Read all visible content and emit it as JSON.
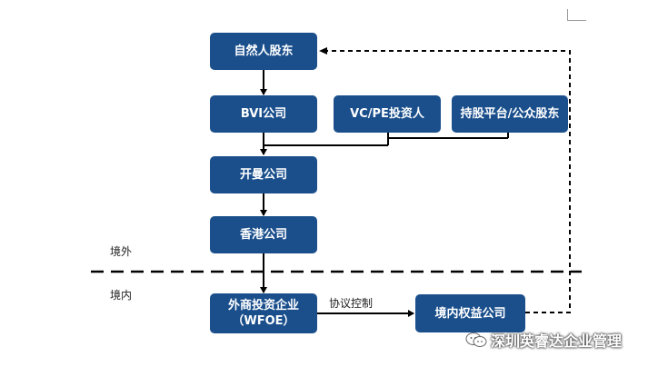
{
  "nodes": {
    "natural_shareholder": "自然人股东",
    "bvi": "BVI公司",
    "vc_pe": "VC/PE投资人",
    "esop": "持股平台/公众股东",
    "cayman": "开曼公司",
    "hongkong": "香港公司",
    "wfoe_line1": "外商投资企业",
    "wfoe_line2": "（WFOE）",
    "domestic": "境内权益公司"
  },
  "labels": {
    "offshore": "境外",
    "onshore": "境内",
    "agreement": "协议控制"
  },
  "watermark": {
    "text": "深圳英睿达企业管理",
    "icon": "wechat-icon"
  },
  "colors": {
    "node_fill": "#1a4f8c",
    "line": "#000000"
  }
}
